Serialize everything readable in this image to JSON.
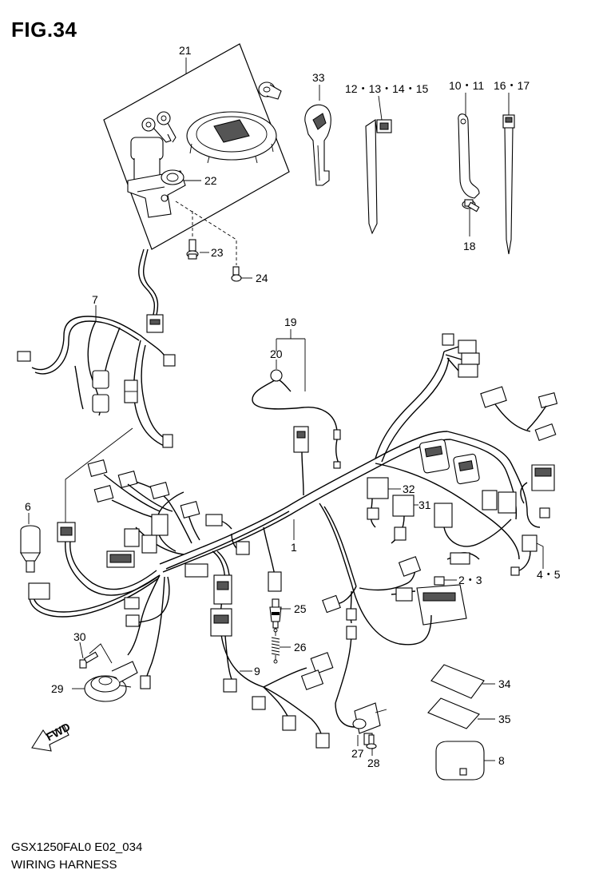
{
  "header": {
    "figure_number": "FIG.34"
  },
  "footer": {
    "model_code": "GSX1250FAL0 E02_034",
    "section_name": "WIRING HARNESS"
  },
  "icons": {
    "front_direction_arrow": "FWD"
  },
  "callouts": [
    {
      "id": "21",
      "label": "21"
    },
    {
      "id": "22",
      "label": "22"
    },
    {
      "id": "23",
      "label": "23"
    },
    {
      "id": "24",
      "label": "24"
    },
    {
      "id": "33",
      "label": "33"
    },
    {
      "id": "12-15",
      "label": "12・13・14・15"
    },
    {
      "id": "10-11",
      "label": "10・11"
    },
    {
      "id": "16-17",
      "label": "16・17"
    },
    {
      "id": "18",
      "label": "18"
    },
    {
      "id": "7",
      "label": "7"
    },
    {
      "id": "19",
      "label": "19"
    },
    {
      "id": "20",
      "label": "20"
    },
    {
      "id": "32",
      "label": "32"
    },
    {
      "id": "31",
      "label": "31"
    },
    {
      "id": "6",
      "label": "6"
    },
    {
      "id": "1",
      "label": "1"
    },
    {
      "id": "4-5",
      "label": "4・5"
    },
    {
      "id": "2-3",
      "label": "2・3"
    },
    {
      "id": "25",
      "label": "25"
    },
    {
      "id": "26",
      "label": "26"
    },
    {
      "id": "30",
      "label": "30"
    },
    {
      "id": "9",
      "label": "9"
    },
    {
      "id": "29",
      "label": "29"
    },
    {
      "id": "34",
      "label": "34"
    },
    {
      "id": "35",
      "label": "35"
    },
    {
      "id": "27",
      "label": "27"
    },
    {
      "id": "28",
      "label": "28"
    },
    {
      "id": "8",
      "label": "8"
    }
  ]
}
